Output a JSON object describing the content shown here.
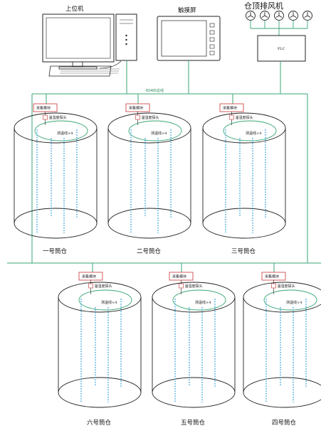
{
  "devices": {
    "host_pc": "上位机",
    "touch_screen": "触摸屏",
    "roof_fans": "仓顶排风机",
    "plc": "PLC"
  },
  "bus_label": "RS485总线",
  "module_label": "采集模块",
  "probe_label": "温湿度探头",
  "cable_label": "测温线×4",
  "silos": [
    {
      "name": "一号筒仓"
    },
    {
      "name": "二号筒仓"
    },
    {
      "name": "三号筒仓"
    },
    {
      "name": "六号筒仓"
    },
    {
      "name": "五号筒仓"
    },
    {
      "name": "四号筒仓"
    }
  ],
  "colors": {
    "bus": "#3aa676",
    "cable": "#2b9fd6",
    "module": "#d24a4a",
    "outline": "#222222"
  }
}
